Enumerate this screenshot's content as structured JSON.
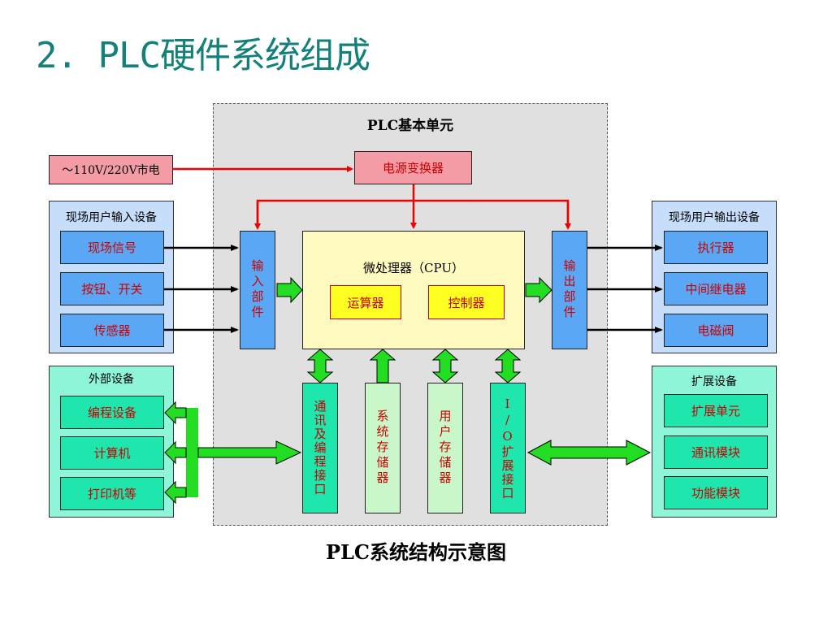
{
  "title": "2. PLC硬件系统组成",
  "caption": "PLC系统结构示意图",
  "basic_unit": {
    "label": "PLC基本单元",
    "power_converter": "电源变换器",
    "cpu": {
      "label": "微处理器（CPU）",
      "alu": "运算器",
      "controller": "控制器"
    },
    "input_unit": "输入部件",
    "output_unit": "输出部件",
    "bottom": [
      "通讯及编程接口",
      "系统存储器",
      "用户存储器",
      "I/O扩展接口"
    ]
  },
  "mains": "～110V/220V市电",
  "input_devices": {
    "label": "现场用户输入设备",
    "items": [
      "现场信号",
      "按钮、开关",
      "传感器"
    ]
  },
  "output_devices": {
    "label": "现场用户输出设备",
    "items": [
      "执行器",
      "中间继电器",
      "电磁阀"
    ]
  },
  "external_devices": {
    "label": "外部设备",
    "items": [
      "编程设备",
      "计算机",
      "打印机等"
    ]
  },
  "expansion_devices": {
    "label": "扩展设备",
    "items": [
      "扩展单元",
      "通讯模块",
      "功能模块"
    ]
  },
  "colors": {
    "title": "#138079",
    "text_red": "#cc0000",
    "blue_fill": "#5aa8f5",
    "light_blue_panel": "#c6defa",
    "green_fill": "#1ee6ad",
    "light_green_panel": "#8ef5d8",
    "arrow_green": "#22dd22",
    "red_line": "#ee0000",
    "cpu_fill": "#fffac0",
    "yellow_fill": "#ffff22",
    "power_fill": "#f49ca6",
    "basic_unit_fill": "#e0e0e0"
  }
}
